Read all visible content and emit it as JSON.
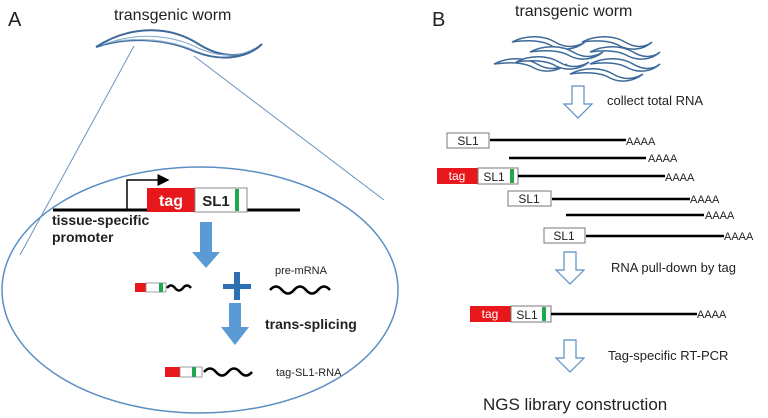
{
  "panel_a": {
    "label": "A",
    "title": "transgenic worm",
    "construct": {
      "tag": "tag",
      "sl1": "SL1"
    },
    "promoter_label_line1": "tissue-specific",
    "promoter_label_line2": "promoter",
    "pre_mrna_label": "pre-mRNA",
    "trans_splicing_label": "trans-splicing",
    "product_label": "tag-SL1-RNA"
  },
  "panel_b": {
    "label": "B",
    "title": "transgenic worm",
    "step1": "collect total RNA",
    "rna_rows": [
      {
        "box": "SL1",
        "tag": "",
        "tail": "AAAA"
      },
      {
        "box": "",
        "tag": "",
        "tail": "AAAA"
      },
      {
        "box": "SL1",
        "tag": "tag",
        "tail": "AAAA"
      },
      {
        "box": "SL1",
        "tag": "",
        "tail": "AAAA"
      },
      {
        "box": "",
        "tag": "",
        "tail": "AAAA"
      },
      {
        "box": "SL1",
        "tag": "",
        "tail": "AAAA"
      }
    ],
    "step2": "RNA pull-down by tag",
    "pulled": {
      "tag": "tag",
      "sl1": "SL1",
      "tail": "AAAA"
    },
    "step3": "Tag-specific RT-PCR",
    "final": "NGS library construction"
  },
  "colors": {
    "tag_red": "#e8171b",
    "sl1_green": "#1fa84f",
    "arrow_blue": "#5b9bd5",
    "worm_blue": "#3d6a9a"
  }
}
